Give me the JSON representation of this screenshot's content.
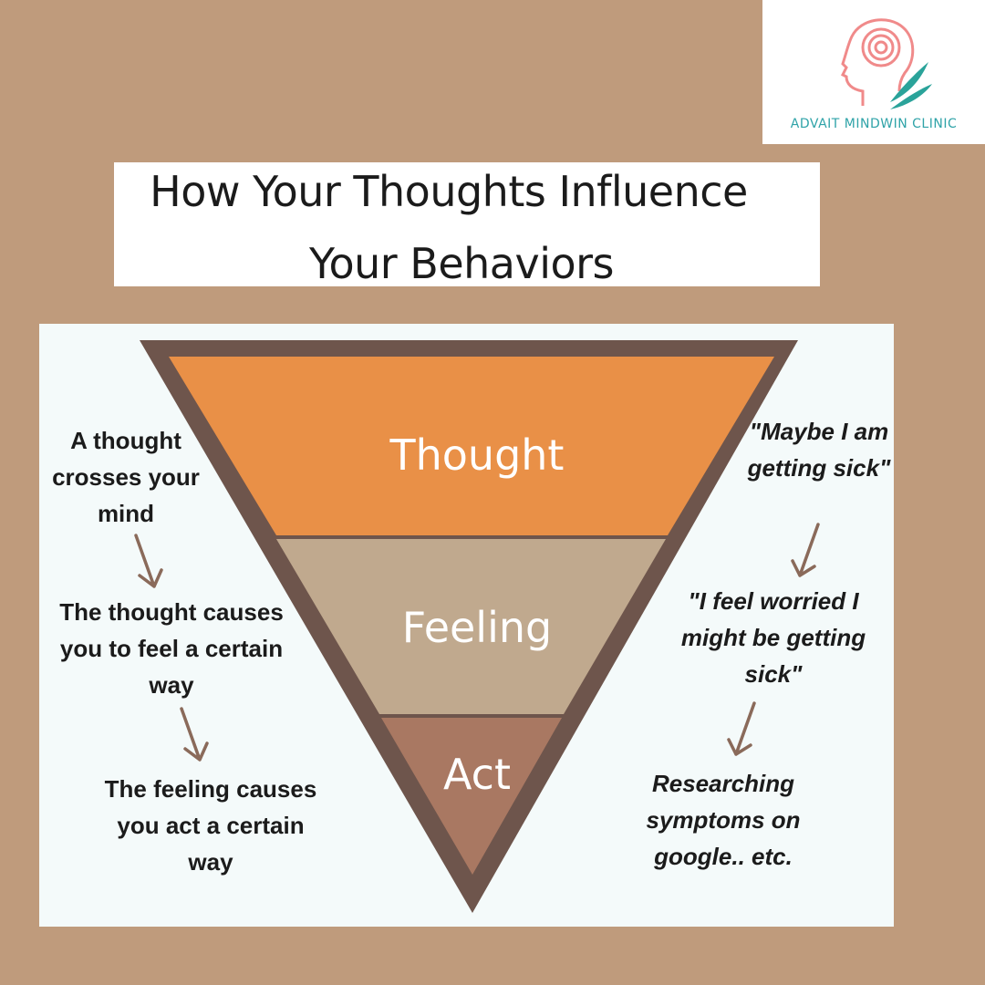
{
  "logo": {
    "text": "ADVAIT MINDWIN CLINIC",
    "icon": "head-spiral-wing-logo"
  },
  "title": {
    "line1": "How Your Thoughts Influence",
    "line2": "Your Behaviors"
  },
  "pyramid": {
    "tiers": [
      {
        "label": "Thought",
        "color": "#e99047"
      },
      {
        "label": "Feeling",
        "color": "#c0a98e"
      },
      {
        "label": "Act",
        "color": "#a97862"
      }
    ],
    "border_color": "#6e554c"
  },
  "left_steps": [
    "A thought crosses your mind",
    "The thought causes you to feel a certain way",
    "The feeling causes you act a certain way"
  ],
  "right_steps": [
    "\"Maybe I am getting sick\"",
    "\"I feel worried  I might be getting sick\"",
    "Researching symptoms on google.. etc."
  ],
  "arrow_color": "#8a6a5a"
}
